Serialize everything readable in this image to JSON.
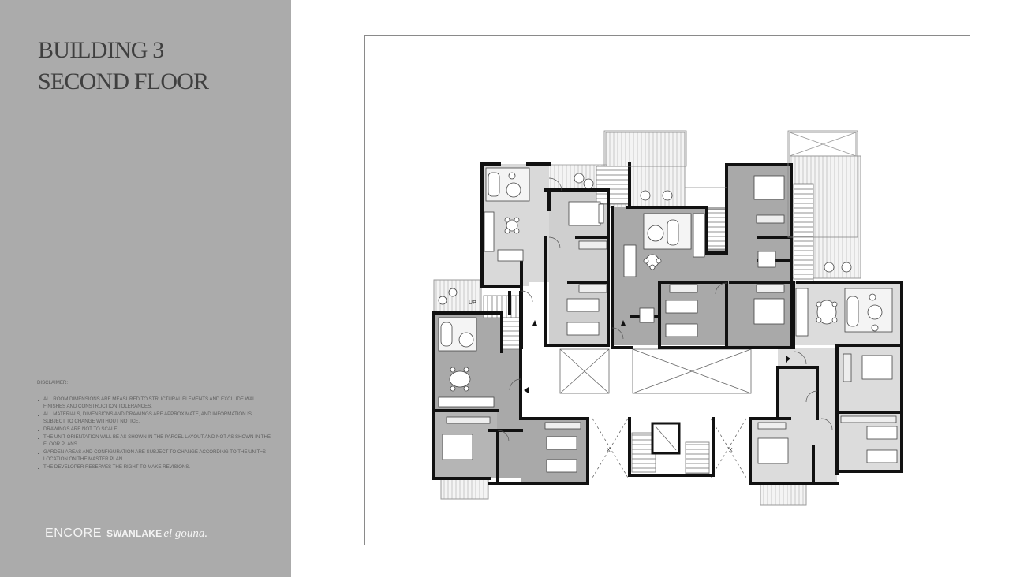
{
  "header": {
    "title_line1": "BUILDING 3",
    "title_line2": "SECOND FLOOR"
  },
  "disclaimer": {
    "heading": "DISCLAIMER:",
    "items": [
      "ALL ROOM DIMENSIONS ARE MEASURED TO STRUCTURAL ELEMENTS AND EXCLUDE WALL FINISHES AND CONSTRUCTION TOLERANCES.",
      "ALL MATERIALS, DIMENSIONS AND DRAWINGS ARE APPROXIMATE, AND INFORMATION IS SUBJECT TO CHANGE WITHOUT NOTICE.",
      "DRAWINGS ARE NOT TO SCALE.",
      "THE UNIT ORIENTATION WILL BE AS SHOWN IN THE PARCEL LAYOUT AND NOT AS SHOWN IN THE FLOOR PLANS",
      "GARDEN AREAS AND CONFIGURATION ARE SUBJECT TO CHANGE ACCORDING TO THE UNIT=S LOCATION ON THE MASTER PLAN.",
      "THE DEVELOPER RESERVES THE RIGHT TO MAKE REVISIONS."
    ]
  },
  "brand": {
    "encore": "ENCORE",
    "swanlake": "SWANLAKE",
    "gouna": "el gouna."
  },
  "floorplan": {
    "stair_label": "UP",
    "void_marks": [
      "X",
      "X"
    ],
    "colors": {
      "sidebar_bg": "#ababab",
      "wall": "#111111",
      "unit_fill_dark": "#a9a9a9",
      "unit_fill_light": "#dcdcdc",
      "corridor": "#ffffff",
      "frame_border": "#8a8a8a"
    }
  }
}
